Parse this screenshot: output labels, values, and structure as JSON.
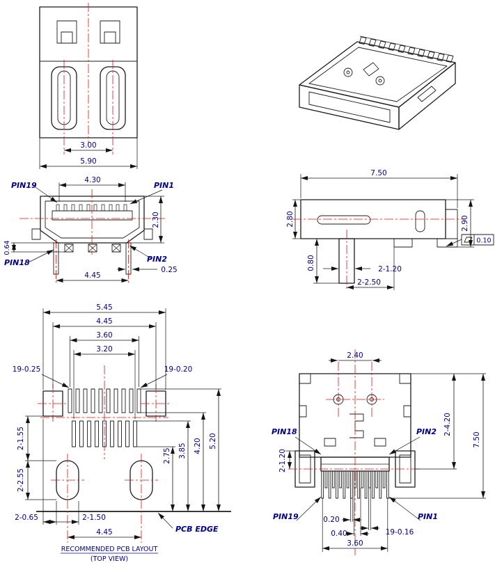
{
  "colors": {
    "line": "#1b1b1b",
    "centerline": "#e01212",
    "dimension_text": "#00008b",
    "background": "#ffffff"
  },
  "top_view": {
    "dim_slot_pitch": "3.00",
    "dim_body_width": "5.90"
  },
  "front_view": {
    "pin19": "PIN19",
    "pin1": "PIN1",
    "pin18": "PIN18",
    "pin2": "PIN2",
    "dim_contact_span": "4.30",
    "dim_shell_height": "2.30",
    "dim_tab_height": "0.64",
    "dim_leg_width": "0.25",
    "dim_leg_span": "4.45"
  },
  "side_view": {
    "dim_length": "7.50",
    "dim_body_height": "2.80",
    "dim_overall_height": "2.90",
    "flatness": "0.10",
    "dim_leg_length": "0.80",
    "dim_legs_width": "2-1.20",
    "dim_legs_pitch": "2-2.50"
  },
  "pcb_layout": {
    "dim_span_outer": "5.45",
    "dim_span_pads": "4.45",
    "dim_span_row1": "3.60",
    "dim_span_row2": "3.20",
    "pads_row1": "19-0.25",
    "pads_row2": "19-0.20",
    "dim_pad_to_hole": "2-1.55",
    "dim_hole_length": "2-2.55",
    "dim_edge_1": "2.75",
    "dim_edge_2": "3.85",
    "dim_edge_3": "4.20",
    "dim_edge_4": "5.20",
    "dim_hole_edge": "2-0.65",
    "dim_hole_width": "2-1.50",
    "dim_hole_span": "4.45",
    "pcb_edge": "PCB EDGE",
    "caption1": "RECOMMENDED PCB LAYOUT",
    "caption2": "(TOP VIEW)"
  },
  "bottom_view": {
    "dim_boss_pitch": "2.40",
    "dim_wing_span": "2-4.20",
    "dim_length": "7.50",
    "dim_wing_width": "2-1.20",
    "pin18": "PIN18",
    "pin2": "PIN2",
    "pin19": "PIN19",
    "pin1": "PIN1",
    "dim_pin_width": "0.20",
    "dim_pin_pitch": "0.40",
    "dim_leads": "19-0.16",
    "dim_row_span": "3.60"
  }
}
